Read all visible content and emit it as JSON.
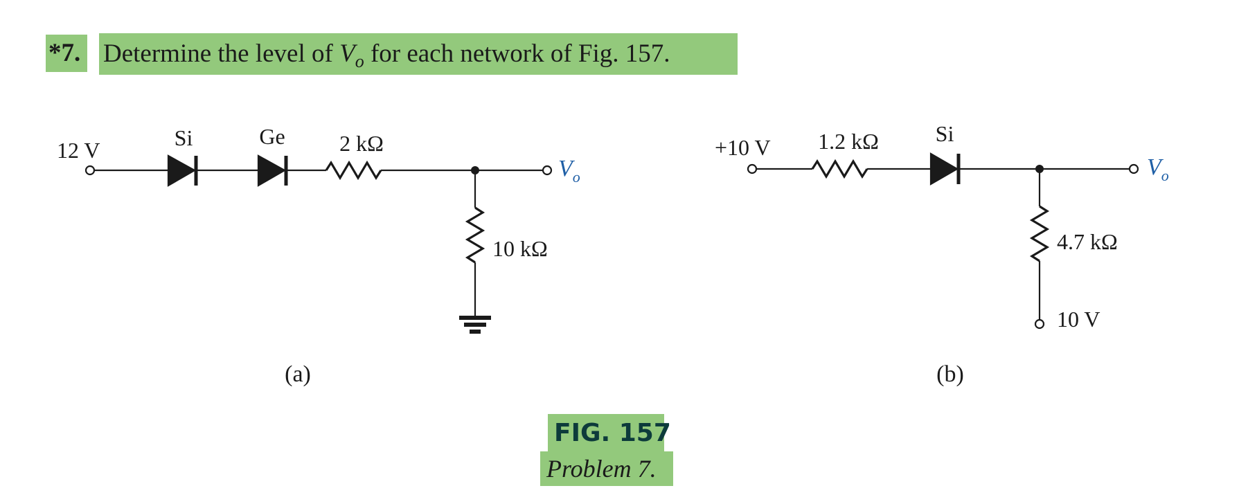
{
  "question": {
    "number": "*7.",
    "text_before": "Determine the level of ",
    "var_main": "V",
    "var_sub": "o",
    "text_after": " for each network of Fig. 157."
  },
  "colors": {
    "highlight": "#93c97c",
    "line": "#1a1a1a",
    "output_label": "#1f5fa6",
    "figure_title": "#0d3b3b"
  },
  "circuit_a": {
    "source_label": "12 V",
    "diode1_label": "Si",
    "diode2_label": "Ge",
    "series_resistor": "2 kΩ",
    "shunt_resistor": "10 kΩ",
    "output_main": "V",
    "output_sub": "o",
    "caption": "(a)"
  },
  "circuit_b": {
    "source_label": "+10 V",
    "series_resistor": "1.2 kΩ",
    "diode_label": "Si",
    "shunt_resistor": "4.7 kΩ",
    "bottom_source": "10 V",
    "output_main": "V",
    "output_sub": "o",
    "caption": "(b)"
  },
  "figure": {
    "title": "FIG. 157",
    "subtitle": "Problem 7."
  }
}
